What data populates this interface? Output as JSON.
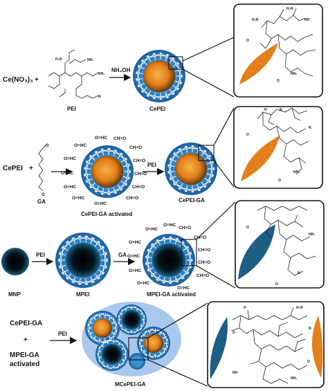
{
  "row1": {
    "reagent_cerium": "Ce(NO₃)₃",
    "plus": "+",
    "pei_label": "PEI",
    "arrow_label": "NH₄OH",
    "product_label": "CePEI"
  },
  "row2": {
    "reagent": "CePEI",
    "plus": "+",
    "ga_label": "GA",
    "activated_label": "CePEI-GA activated",
    "arrow_label": "PEI",
    "product_label": "CePEI-GA",
    "aldehyde_group": "O=HC",
    "aldehyde_group_right": "CH=O"
  },
  "row3": {
    "mnp_label": "MNP",
    "arrow1_label": "PEI",
    "mpei_label": "MPEI",
    "arrow2_label": "GA",
    "activated_label": "MPEI-GA activated"
  },
  "row4": {
    "reagent1": "CePEI-GA",
    "plus": "+",
    "reagent2_line1": "MPEI-GA",
    "reagent2_line2": "activated",
    "arrow_label": "PEI",
    "product_label": "MCePEI-GA"
  },
  "colors": {
    "shell_blue": "#2f7fc1",
    "cerium_orange": "#e8821e",
    "magnetic_dark": "#0d2a3a",
    "halo": "#a9c8ee"
  }
}
